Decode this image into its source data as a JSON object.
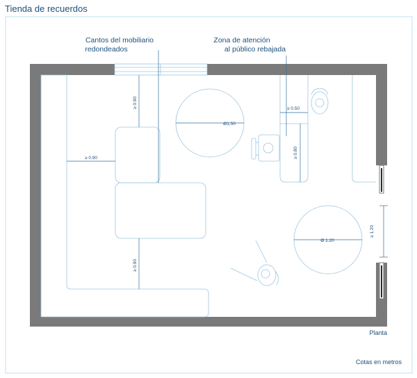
{
  "title": "Tienda de recuerdos",
  "labels": {
    "cantos": [
      "Cantos del mobiliario",
      "redondeados"
    ],
    "zona": [
      "Zona de atención",
      "al público rebajada"
    ],
    "planta": "Planta",
    "cotas": "Cotas en metros"
  },
  "dimensions": {
    "d_left": "≥ 0.90",
    "d_top": "≥ 0.90",
    "d_bottom": "≥ 0.90",
    "circle1": "Ø1,50",
    "circle2": "Ø 1.20",
    "counter_w": "≥ 0.50",
    "counter_h": "≥ 0.80",
    "door": "≥ 1.20"
  },
  "colors": {
    "wall": "#7a7a7a",
    "line": "#9cc6e0",
    "dim": "#2e6f9c",
    "text": "#1f4f7a",
    "frame": "#bfe0f0"
  }
}
